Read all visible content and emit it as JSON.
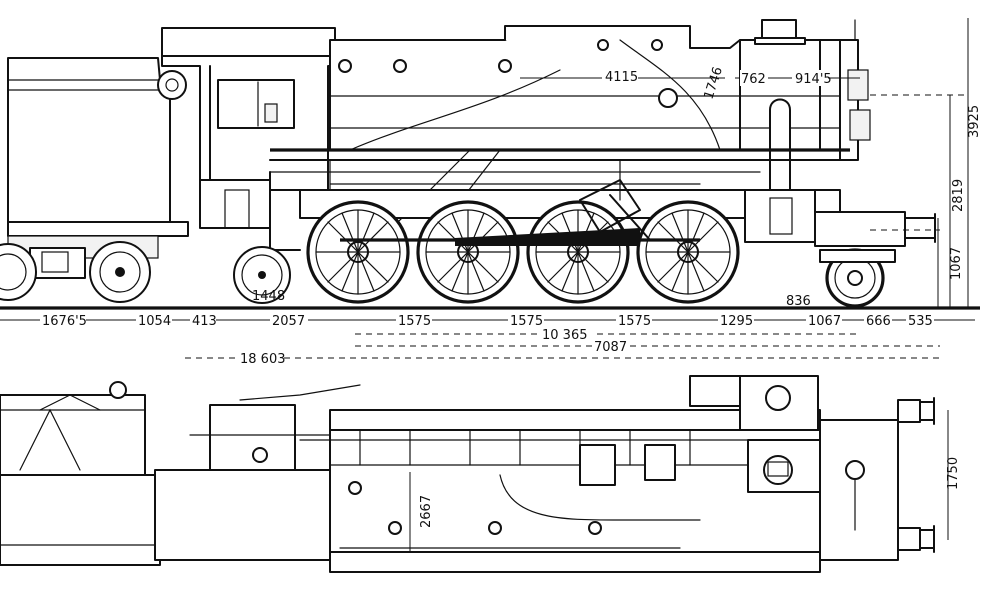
{
  "dimensions": {
    "tender_wheelbase_partial": "1676'5",
    "tender_to_loco_gap": "1054",
    "coupling_gap": "413",
    "trailing_axle_spacing": "2057",
    "coupled_spacing_1": "1575",
    "coupled_spacing_2": "1575",
    "coupled_spacing_3": "1575",
    "coupled_to_bogie": "1295",
    "bogie_wheelbase": "1067",
    "bogie_to_buffer": "666",
    "buffer_overhang": "535",
    "total_wheelbase_loco": "10 365",
    "rear_segment": "7087",
    "total_length": "18 603",
    "boiler_length": "4115",
    "dome_offset": "1746",
    "chimney_offset_1": "762",
    "chimney_offset_2": "914'5",
    "overall_height": "3925",
    "boiler_centre_height": "2819",
    "buffer_height": "1067",
    "trailing_wheel_diameter": "1448",
    "bogie_wheel_diameter": "836",
    "buffer_spacing": "1750",
    "frame_width": "2667"
  }
}
